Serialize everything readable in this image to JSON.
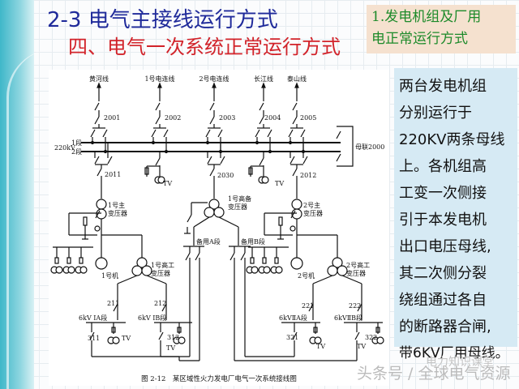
{
  "slide": {
    "title": "2-3 电气主接线运行方式",
    "subtitle": "四、电气一次系统正常运行方式",
    "topic_box": [
      "1.发电机组及厂用",
      "电正常运行方式"
    ],
    "description_lines": [
      "两台发电机组",
      "分别运行于",
      "220KV两条母线",
      "上。各机组高",
      "工变一次侧接",
      "引于本发电机",
      "出口电压母线,",
      "其二次侧分裂",
      "绕组通过各自",
      "的断路器合闸,",
      "带6KV厂用母线。"
    ]
  },
  "diagram": {
    "feeders": [
      "黄河线",
      "1号电连线",
      "2号电连线",
      "长江线",
      "泰山线"
    ],
    "feeder_breakers": [
      "2001",
      "2002",
      "2003",
      "2004",
      "2005"
    ],
    "bus_labels": {
      "voltage": "220kV",
      "bus1": "1段",
      "bus2": "2段",
      "tie": "母联2000"
    },
    "lower_breakers": [
      "2011",
      "2030",
      "2012"
    ],
    "tv": "TV",
    "transformers": {
      "main1": [
        "1号主",
        "变压器"
      ],
      "main2": [
        "2号主",
        "变压器"
      ],
      "standby": [
        "1号高备",
        "变压器"
      ],
      "aux1": [
        "1号高工",
        "变压器"
      ],
      "aux2": [
        "2号高工",
        "变压器"
      ]
    },
    "generators": [
      "1号机",
      "2号机"
    ],
    "standby_buses": [
      "备用A段",
      "备用B段"
    ],
    "aux_breakers": [
      "211",
      "212",
      "221",
      "222"
    ],
    "six_kv_buses": [
      "6kV ⅠA段",
      "6kV ⅠB段",
      "6kVⅡA段",
      "6kVⅡB段"
    ],
    "tie_breakers": [
      "311",
      "312",
      "321",
      "322"
    ],
    "caption": "图 2-12　某区域性火力发电厂电气一次系统接线图"
  },
  "watermark": {
    "line1": "电力知识课堂",
    "line2": "头条号 / 全球电气资源"
  }
}
